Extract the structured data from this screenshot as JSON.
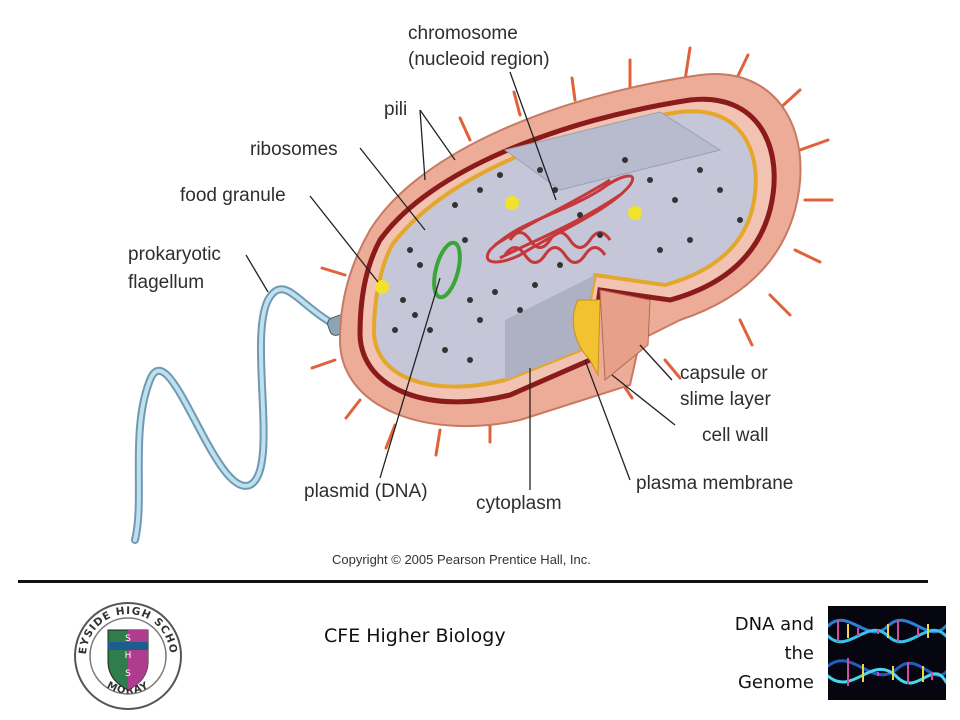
{
  "diagram": {
    "labels": {
      "chromosome_line1": "chromosome",
      "chromosome_line2": "(nucleoid region)",
      "pili": "pili",
      "ribosomes": "ribosomes",
      "food_granule": "food granule",
      "flagellum_line1": "prokaryotic",
      "flagellum_line2": "flagellum",
      "capsule_line1": "capsule or",
      "capsule_line2": "slime layer",
      "cell_wall": "cell wall",
      "plasma_membrane": "plasma membrane",
      "plasmid": "plasmid (DNA)",
      "cytoplasm": "cytoplasm"
    },
    "copyright": "Copyright © 2005 Pearson Prentice Hall, Inc."
  },
  "footer": {
    "school_name": "SPEYSIDE HIGH SCHOOL",
    "school_location": "MORAY",
    "crest_letters": [
      "S",
      "H",
      "S"
    ],
    "course": "CFE Higher Biology",
    "topic_line1": "DNA and",
    "topic_line2": "the",
    "topic_line3": "Genome"
  },
  "colors": {
    "capsule": "#e9a08a",
    "cell_wall": "#8b1a1a",
    "membrane": "#e3a72c",
    "cytoplasm": "#c5c7d8",
    "chromosome": "#c5383b",
    "plasmid": "#3aa63a",
    "granule": "#f2e22c",
    "flagellum": "#9cc6dc",
    "pili": "#e0623a"
  }
}
